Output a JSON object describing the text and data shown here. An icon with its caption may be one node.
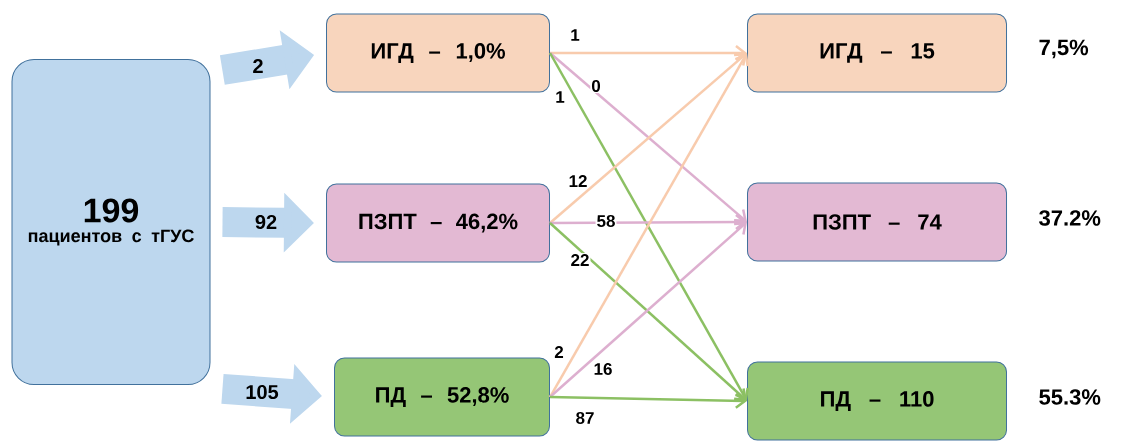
{
  "diagram": {
    "nodes": [
      {
        "text": [
          "199",
          "пациентов с тГУС"
        ]
      },
      {
        "text": [
          "ИГД – 1,0%"
        ]
      },
      {
        "text": [
          "ПЗПТ – 46,2%"
        ]
      },
      {
        "text": [
          "ПД – 52,8%"
        ]
      },
      {
        "text": [
          "ИГД – 15"
        ],
        "beside": [
          "7,5%"
        ]
      },
      {
        "text": [
          "ПЗПТ – 74"
        ],
        "beside": [
          "37.2%"
        ]
      },
      {
        "text": [
          "ПД – 110"
        ],
        "beside": [
          "55.3%"
        ]
      }
    ],
    "edges": [
      {
        "from": 0,
        "to": 1,
        "arrow": "to",
        "label": "2",
        "style": "thick",
        "color": "#bdd7ee"
      },
      {
        "from": 0,
        "to": 2,
        "arrow": "to",
        "label": "92",
        "style": "thick",
        "color": "#bdd7ee"
      },
      {
        "from": 0,
        "to": 3,
        "arrow": "to",
        "label": "105",
        "style": "thick",
        "color": "#bdd7ee"
      },
      {
        "from": 1,
        "to": 4,
        "arrow": "to",
        "label": "1",
        "color": "#f8cbad"
      },
      {
        "from": 1,
        "to": 5,
        "arrow": "to",
        "label": "0",
        "color": "#ddafcf"
      },
      {
        "from": 1,
        "to": 6,
        "arrow": "to",
        "label": "1",
        "color": "#8cc063"
      },
      {
        "from": 2,
        "to": 4,
        "arrow": "to",
        "label": "12",
        "color": "#f8cbad"
      },
      {
        "from": 2,
        "to": 5,
        "arrow": "to",
        "label": "58",
        "color": "#ddafcf"
      },
      {
        "from": 2,
        "to": 6,
        "arrow": "to",
        "label": "22",
        "color": "#8cc063"
      },
      {
        "from": 3,
        "to": 4,
        "arrow": "to",
        "label": "2",
        "color": "#f8cbad"
      },
      {
        "from": 3,
        "to": 5,
        "arrow": "to",
        "label": "16",
        "color": "#ddafcf"
      },
      {
        "from": 3,
        "to": 6,
        "arrow": "to",
        "label": "87",
        "color": "#8cc063"
      }
    ]
  }
}
